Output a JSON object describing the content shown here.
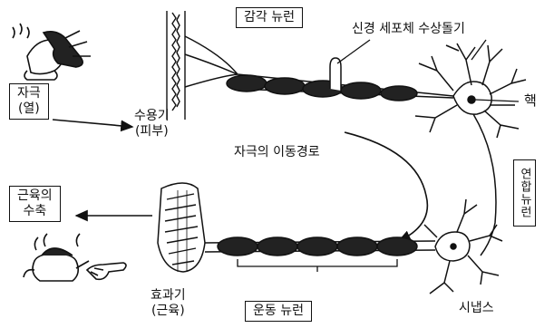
{
  "labels": {
    "sensory_neuron": "감각 뉴런",
    "motor_neuron": "운동 뉴런",
    "cell_body_dendrite": "신경 세포체 수상돌기",
    "nucleus": "핵",
    "stimulus_line1": "자극",
    "stimulus_line2": "(열)",
    "receptor_line1": "수용기",
    "receptor_line2": "(피부)",
    "stimulus_path": "자극의 이동경로",
    "interneuron": "연합뉴런",
    "muscle_contraction_line1": "근육의",
    "muscle_contraction_line2": "수축",
    "effector_line1": "효과기",
    "effector_line2": "(근육)",
    "synapse": "시냅스"
  },
  "icons": [
    "hand-on-kettle-icon",
    "hand-near-kettle-icon"
  ],
  "colors": {
    "ink": "#111111",
    "background": "#ffffff"
  }
}
